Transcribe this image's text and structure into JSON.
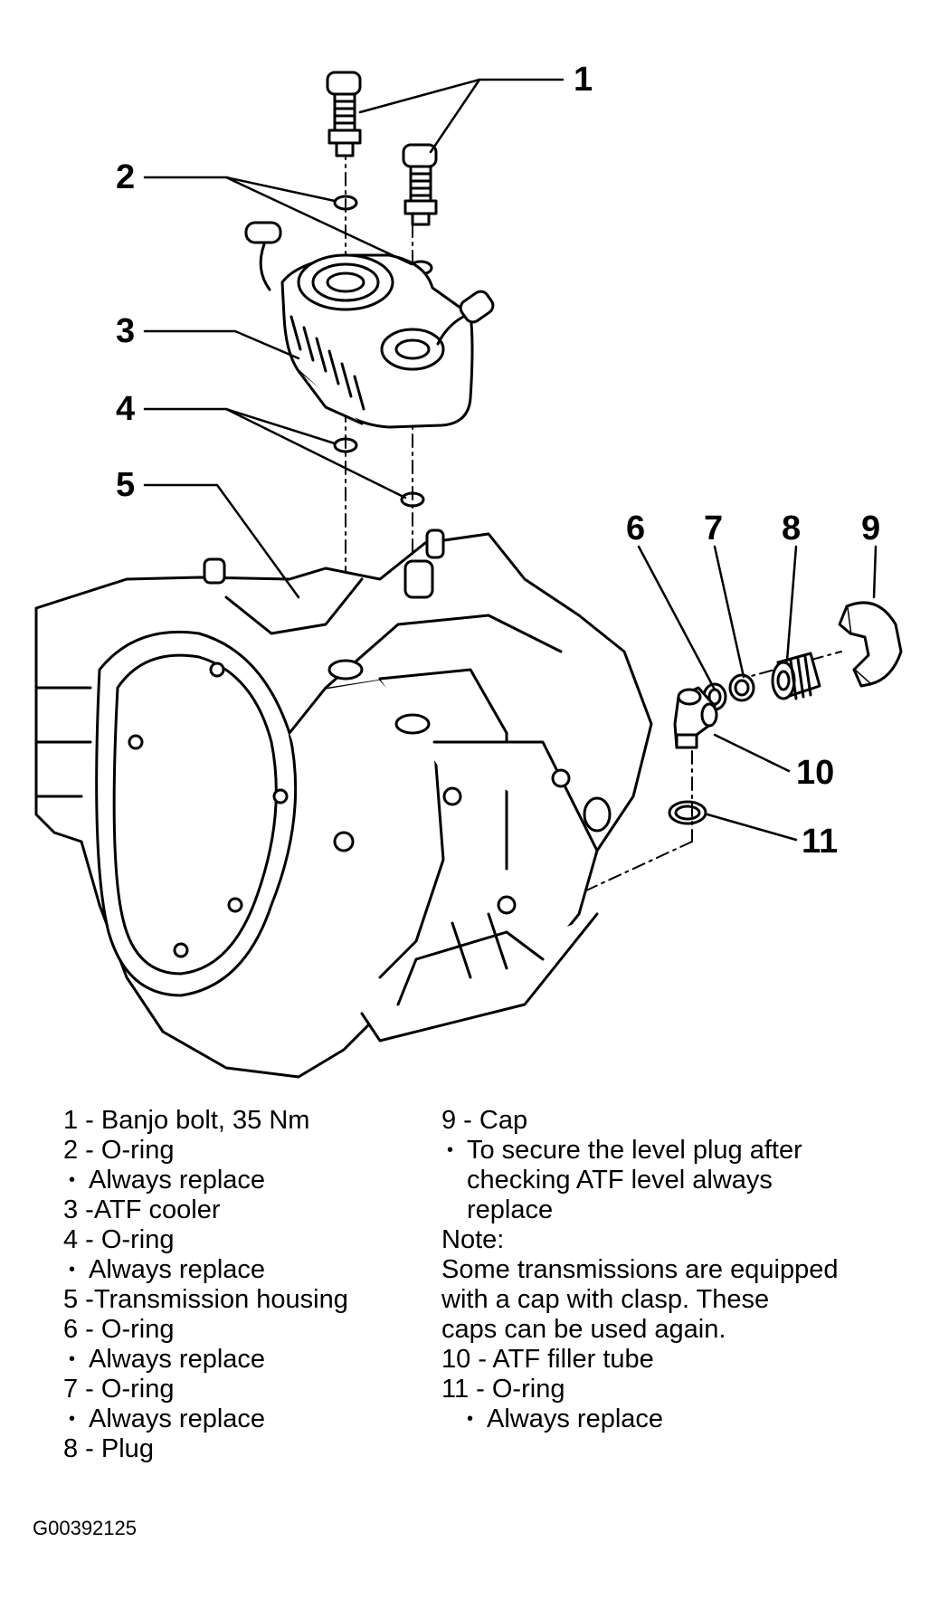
{
  "callouts": [
    "1",
    "2",
    "3",
    "4",
    "5",
    "6",
    "7",
    "8",
    "9",
    "10",
    "11"
  ],
  "legend_left": [
    {
      "text": "1 - Banjo bolt, 35 Nm",
      "kind": "item"
    },
    {
      "text": "2 - O-ring",
      "kind": "item"
    },
    {
      "text": "Always replace",
      "kind": "bullet"
    },
    {
      "text": "3 -ATF cooler",
      "kind": "item"
    },
    {
      "text": "4 - O-ring",
      "kind": "item"
    },
    {
      "text": "Always replace",
      "kind": "bullet"
    },
    {
      "text": "5 -Transmission housing",
      "kind": "item"
    },
    {
      "text": "6 - O-ring",
      "kind": "item"
    },
    {
      "text": "Always replace",
      "kind": "bullet"
    },
    {
      "text": "7 - O-ring",
      "kind": "item"
    },
    {
      "text": "Always replace",
      "kind": "bullet"
    },
    {
      "text": "8 - Plug",
      "kind": "item"
    }
  ],
  "legend_right": [
    {
      "text": "9 - Cap",
      "kind": "item"
    },
    {
      "text": "To secure the level plug after",
      "kind": "bullet"
    },
    {
      "text": "checking ATF level always",
      "kind": "cont"
    },
    {
      "text": "replace",
      "kind": "cont"
    },
    {
      "text": "Note:",
      "kind": "item"
    },
    {
      "text": "Some transmissions are equipped",
      "kind": "item"
    },
    {
      "text": "with a cap with clasp. These",
      "kind": "item"
    },
    {
      "text": "caps can be used again.",
      "kind": "item"
    },
    {
      "text": "10 - ATF filler tube",
      "kind": "item"
    },
    {
      "text": "11 - O-ring",
      "kind": "item"
    },
    {
      "text": "Always replace",
      "kind": "bullet2"
    }
  ],
  "figure_id": "G00392125"
}
